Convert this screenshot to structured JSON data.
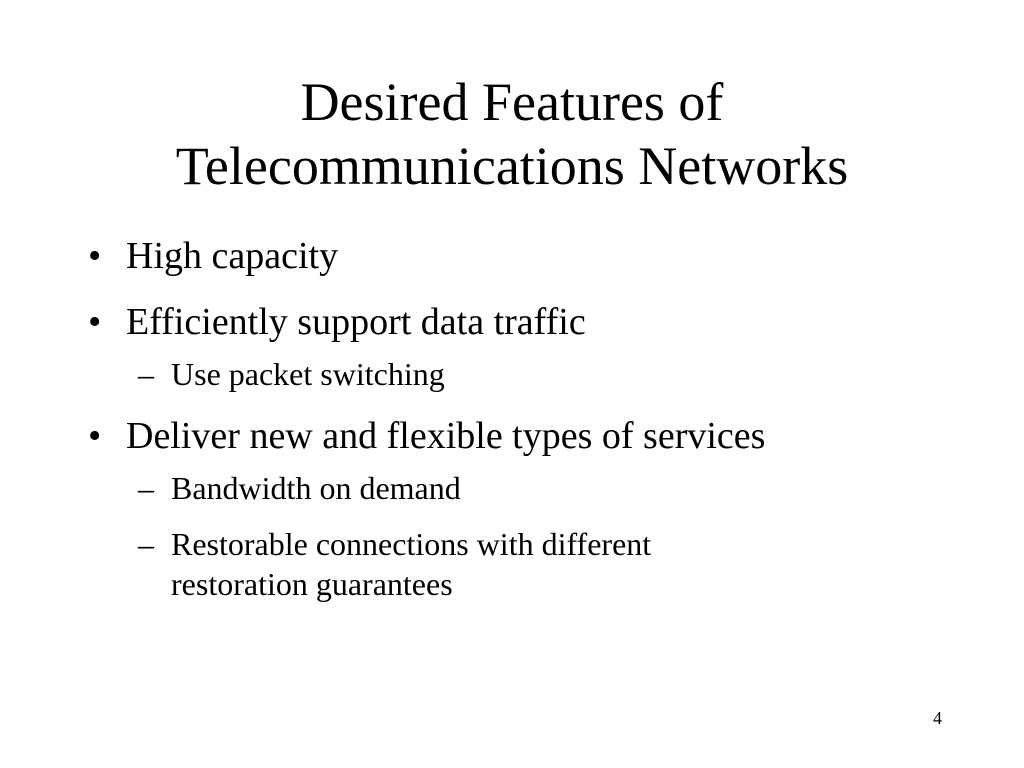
{
  "slide": {
    "title_line1": "Desired Features of",
    "title_line2": "Telecommunications Networks",
    "bullets": [
      {
        "marker": "•",
        "text": "High capacity",
        "sub": []
      },
      {
        "marker": "•",
        "text": "Efficiently support data traffic",
        "sub": [
          {
            "marker": "–",
            "text": "Use packet switching"
          }
        ]
      },
      {
        "marker": "•",
        "text": "Deliver new and flexible types of services",
        "sub": [
          {
            "marker": "–",
            "text": "Bandwidth on demand"
          },
          {
            "marker": "–",
            "text": "Restorable connections with different restoration guarantees"
          }
        ]
      }
    ],
    "page_number": "4"
  }
}
